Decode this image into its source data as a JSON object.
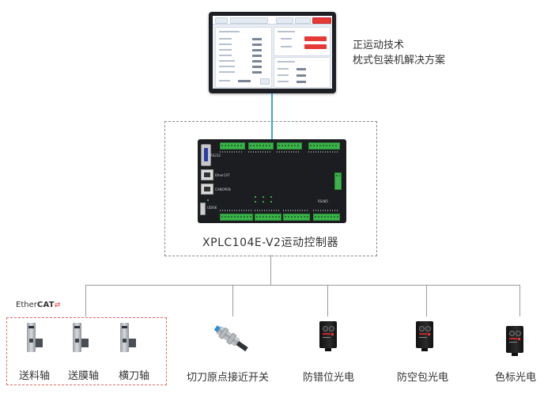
{
  "title": {
    "line1": "正运动技术",
    "line2": "枕式包装机解决方案"
  },
  "controller": {
    "name": "XPLC104E-V2运动控制器",
    "labels": {
      "rs232": "RS232",
      "ethercat": "EtherCAT",
      "canopen": "CANOPEN",
      "rs485": "RS485",
      "udisk": "UDISK"
    }
  },
  "bus": {
    "logo_text": "Ether",
    "logo_bold": "CAT"
  },
  "axes": [
    {
      "label": "送料轴"
    },
    {
      "label": "送膜轴"
    },
    {
      "label": "横刀轴"
    }
  ],
  "sensors": [
    {
      "label": "切刀原点接近开关"
    },
    {
      "label": "防错位光电"
    },
    {
      "label": "防空包光电"
    },
    {
      "label": "色标光电"
    }
  ],
  "colors": {
    "link_cyan": "#36a7d8",
    "terminal_green": "#3bb24a",
    "hmi_red": "#e53935",
    "ethercat_group_border": "#e06a6a"
  }
}
